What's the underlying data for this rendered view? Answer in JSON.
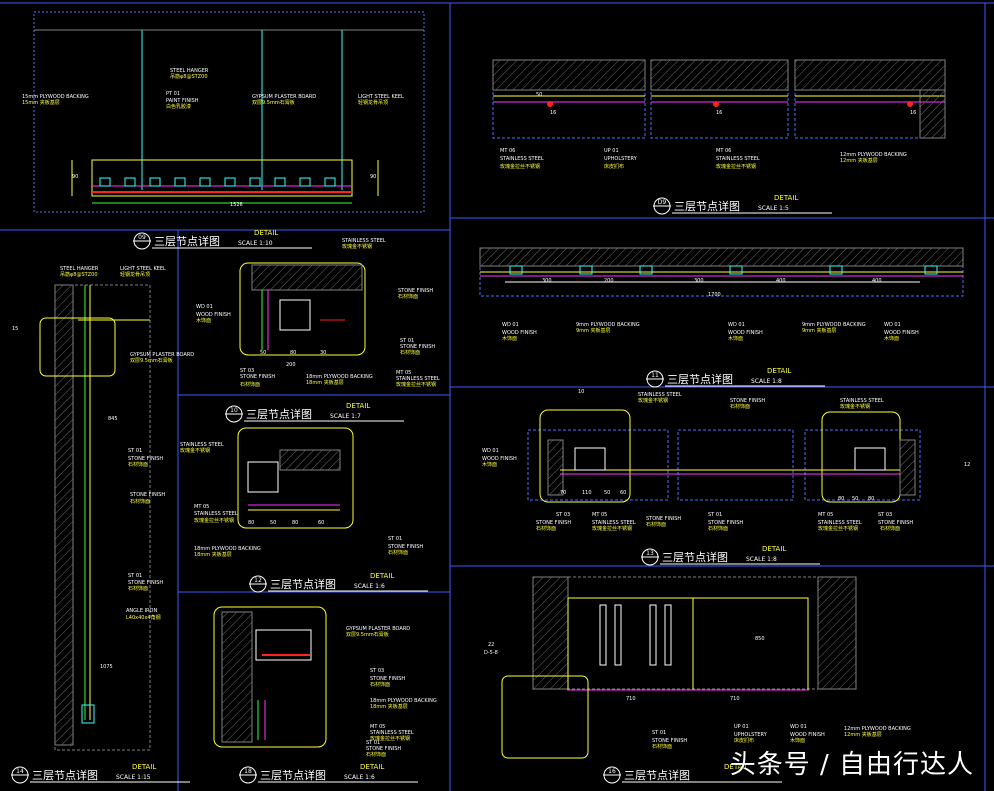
{
  "title_text": "三层节点详图",
  "detail_text": "DETAIL",
  "colors": {
    "frame": "#3a5cff",
    "yellow": "#ffff33",
    "cyan": "#33ffff",
    "green": "#33ff33",
    "magenta": "#ff33ff",
    "red": "#ff2222",
    "white": "#ffffff",
    "grey": "#808080"
  },
  "panels": [
    {
      "id": "p09",
      "num": "09",
      "scale": "SCALE 1:10",
      "labels": [
        "15mm PLYWOOD BACKING",
        "15mm 夹板基层",
        "STEEL HANGER",
        "吊筋φ8@STZ00",
        "PT 01",
        "PAINT FINISH",
        "白色乳胶漆",
        "GYPSUM PLASTER BOARD",
        "双层9.5mm石膏板",
        "LIGHT STEEL KEEL",
        "轻钢龙骨吊顶",
        "1526",
        "90",
        "90"
      ]
    },
    {
      "id": "pD9",
      "num": "D9",
      "scale": "SCALE 1:5",
      "labels": [
        "MT 06",
        "STAINLESS STEEL",
        "玫瑰金拉丝不锈钢",
        "UP 01",
        "UPHOLSTERY",
        "床皮扪布",
        "MT 06",
        "STAINLESS STEEL",
        "玫瑰金拉丝不锈钢",
        "12mm PLYWOOD BACKING",
        "12mm 夹板基层",
        "16",
        "16",
        "16",
        "50"
      ]
    },
    {
      "id": "p14",
      "num": "14",
      "scale": "SCALE 1:15",
      "labels": [
        "STEEL HANGER",
        "吊筋φ8@STZ00",
        "LIGHT STEEL KEEL",
        "轻钢龙骨吊顶",
        "15",
        "GYPSUM PLASTER BOARD",
        "双层9.5mm石膏板",
        "ST 01",
        "STONE FINISH",
        "石材饰面",
        "STONE FINISH",
        "石材饰面",
        "ST 01",
        "STONE FINISH",
        "石材饰面",
        "ANGLE IRON",
        "L40x40x4角钢",
        "845",
        "1075"
      ]
    },
    {
      "id": "p10",
      "num": "10",
      "scale": "SCALE 1:7",
      "labels": [
        "WD 01",
        "WOOD FINISH",
        "木饰面",
        "STAINLESS STEEL",
        "玫瑰金不锈钢",
        "STONE FINISH",
        "石材饰面",
        "ST 01",
        "STONE FINISH",
        "石材饰面",
        "ST 03",
        "STONE FINISH",
        "石材饰面",
        "18mm PLYWOOD BACKING",
        "18mm 夹板基层",
        "MT 05",
        "STAINLESS STEEL",
        "玫瑰金拉丝不锈钢",
        "200",
        "50",
        "80",
        "30"
      ]
    },
    {
      "id": "p12",
      "num": "12",
      "scale": "SCALE 1:6",
      "labels": [
        "STAINLESS STEEL",
        "玫瑰金不锈钢",
        "MT 05",
        "STAINLESS STEEL",
        "玫瑰金拉丝不锈钢",
        "18mm PLYWOOD BACKING",
        "18mm 夹板基层",
        "ST 01",
        "STONE FINISH",
        "石材饰面",
        "80",
        "50",
        "80",
        "60"
      ]
    },
    {
      "id": "p18",
      "num": "18",
      "scale": "SCALE 1:6",
      "labels": [
        "GYPSUM PLASTER BOARD",
        "双层9.5mm石膏板",
        "ST 03",
        "STONE FINISH",
        "石材饰面",
        "18mm PLYWOOD BACKING",
        "18mm 夹板基层",
        "MT 05",
        "STAINLESS STEEL",
        "玫瑰金拉丝不锈钢",
        "ST 01",
        "STONE FINISH",
        "石材饰面"
      ]
    },
    {
      "id": "p11",
      "num": "11",
      "scale": "SCALE 1:8",
      "labels": [
        "WD 01",
        "WOOD FINISH",
        "木饰面",
        "9mm PLYWOOD BACKING",
        "9mm 夹板基层",
        "WD 01",
        "WOOD FINISH",
        "木饰面",
        "9mm PLYWOOD BACKING",
        "9mm 夹板基层",
        "WD 01",
        "WOOD FINISH",
        "木饰面",
        "300",
        "200",
        "300",
        "400",
        "400",
        "1700"
      ]
    },
    {
      "id": "p13",
      "num": "13",
      "scale": "SCALE 1:8",
      "labels": [
        "WD 01",
        "WOOD FINISH",
        "木饰面",
        "STAINLESS STEEL",
        "玫瑰金不锈钢",
        "STONE FINISH",
        "石材饰面",
        "STAINLESS STEEL",
        "玫瑰金不锈钢",
        "ST 03",
        "STONE FINISH",
        "石材饰面",
        "MT 05",
        "STAINLESS STEEL",
        "玫瑰金拉丝不锈钢",
        "STONE FINISH",
        "石材饰面",
        "ST 01",
        "STONE FINISH",
        "石材饰面",
        "MT 05",
        "STAINLESS STEEL",
        "玫瑰金拉丝不锈钢",
        "ST 03",
        "STONE FINISH",
        "石材饰面",
        "10",
        "12",
        "70",
        "110",
        "50",
        "60",
        "80",
        "50",
        "80"
      ]
    },
    {
      "id": "p16",
      "num": "16",
      "scale": "",
      "labels": [
        "22",
        "D-5-8",
        "ST 01",
        "STONE FINISH",
        "石材饰面",
        "UP 01",
        "UPHOLSTERY",
        "床皮扪布",
        "WD 01",
        "WOOD FINISH",
        "木饰面",
        "12mm PLYWOOD BACKING",
        "12mm 夹板基层",
        "710",
        "710",
        "850"
      ]
    }
  ],
  "watermark": "头条号 / 自由行达人"
}
